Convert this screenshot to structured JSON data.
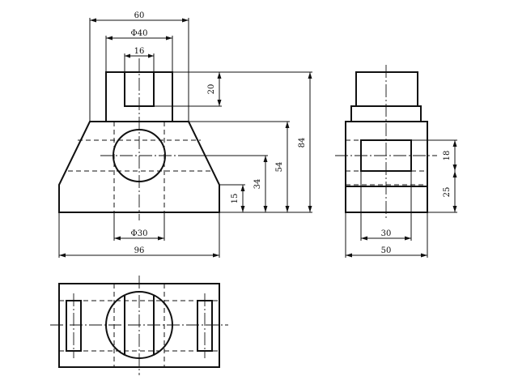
{
  "dimensions": {
    "front_top_width": "60",
    "front_bore_upper": "Φ40",
    "front_slot_width": "16",
    "front_slot_depth": "20",
    "front_total_height": "84",
    "front_base_height": "54",
    "front_hole_center_height": "34",
    "front_step_height": "15",
    "front_hole_diameter": "Φ30",
    "front_base_width": "96",
    "side_top_offset": "18",
    "side_bottom_offset": "25",
    "side_inner_width": "30",
    "side_width": "50"
  }
}
